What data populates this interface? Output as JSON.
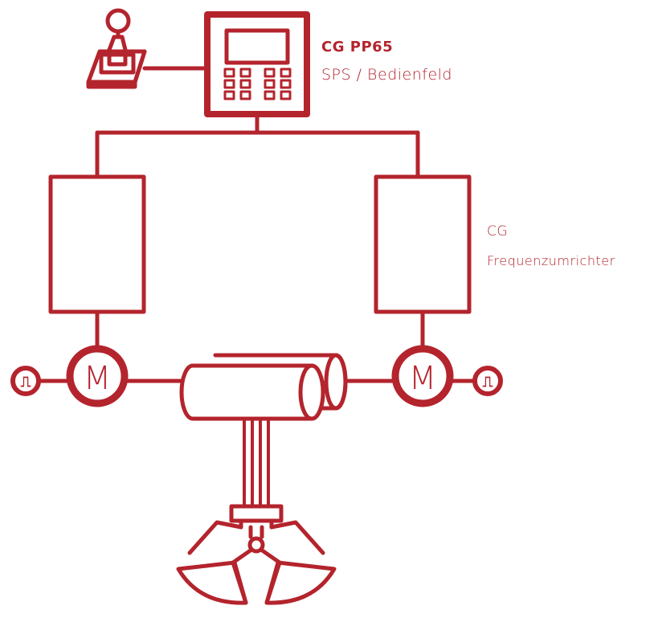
{
  "colors": {
    "stroke": "#b4242d",
    "background": "#ffffff"
  },
  "labels": {
    "controller_model": "CG PP65",
    "controller_desc": "SPS / Bedienfeld",
    "inverter_brand": "CG",
    "inverter_desc": "Frequenzumrichter"
  },
  "motor_letter": "M",
  "encoder_symbol": "⎍",
  "icons": [
    "joystick-icon",
    "control-panel-icon",
    "frequency-inverter-icon",
    "motor-icon",
    "encoder-icon",
    "drum-icon",
    "grab-bucket-icon"
  ]
}
